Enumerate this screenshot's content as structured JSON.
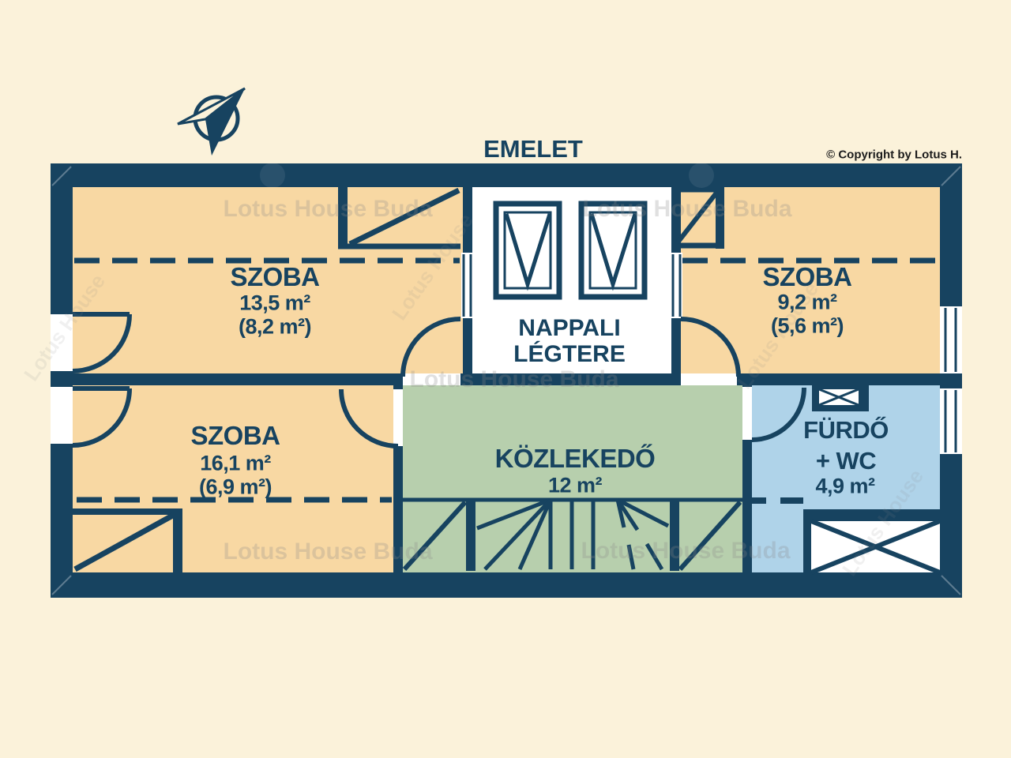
{
  "header": {
    "title": "EMELET",
    "copyright": "© Copyright by Lotus H."
  },
  "watermark": {
    "text": "Lotus House Buda",
    "text_short": "Lotus House"
  },
  "icons": {
    "compass": "north-arrow-icon"
  },
  "colors": {
    "wall_navy": "#174360",
    "room_peach": "#f8d8a3",
    "corridor_green": "#b7cfad",
    "bathroom_blue": "#afd3e9",
    "void_white": "#ffffff",
    "background_cream": "#fbf2da"
  },
  "rooms": [
    {
      "id": "szoba-top-left",
      "name": "SZOBA",
      "area": "13,5 m²",
      "area2": "(8,2 m²)"
    },
    {
      "id": "szoba-top-right",
      "name": "SZOBA",
      "area": "9,2 m²",
      "area2": "(5,6 m²)"
    },
    {
      "id": "szoba-bottom-left",
      "name": "SZOBA",
      "area": "16,1 m²",
      "area2": "(6,9 m²)"
    },
    {
      "id": "nappali-legtere",
      "line1": "NAPPALI",
      "line2": "LÉGTERE"
    },
    {
      "id": "kozlekedo",
      "name": "KÖZLEKEDŐ",
      "area": "12 m²"
    },
    {
      "id": "furdo-wc",
      "line1": "FÜRDŐ",
      "line2": "+ WC",
      "area": "4,9 m²"
    }
  ]
}
